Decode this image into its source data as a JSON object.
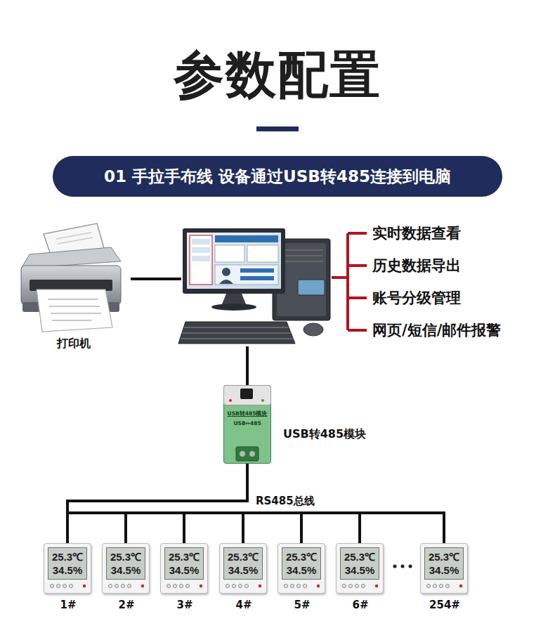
{
  "diagram": {
    "title": "参数配置",
    "nodes": [
      {
        "text": [
          "01 手拉手布线 设备通过USB转485连接到电脑"
        ]
      },
      {
        "text": [
          "打印机"
        ]
      },
      {
        "text": [
          "USB转485模块",
          "USB↔485",
          "USB转485模块"
        ]
      },
      {
        "text": [
          "25.3℃",
          "34.5%",
          "1#"
        ]
      },
      {
        "text": [
          "25.3℃",
          "34.5%",
          "2#"
        ]
      },
      {
        "text": [
          "25.3℃",
          "34.5%",
          "3#"
        ]
      },
      {
        "text": [
          "25.3℃",
          "34.5%",
          "4#"
        ]
      },
      {
        "text": [
          "25.3℃",
          "34.5%",
          "5#"
        ]
      },
      {
        "text": [
          "25.3℃",
          "34.5%",
          "6#"
        ]
      },
      {
        "text": [
          "25.3℃",
          "34.5%",
          "254#"
        ]
      }
    ],
    "edges": [
      {
        "from": 2,
        "to": 3,
        "arrow": "none"
      },
      {
        "from": 2,
        "to": 4,
        "arrow": "none"
      },
      {
        "from": 2,
        "to": 5,
        "arrow": "none"
      },
      {
        "from": 2,
        "to": 6,
        "arrow": "none"
      },
      {
        "from": 2,
        "to": 7,
        "arrow": "none"
      },
      {
        "from": 2,
        "to": 8,
        "arrow": "none"
      },
      {
        "from": 2,
        "to": 9,
        "arrow": "none"
      }
    ],
    "labels": [
      "实时数据查看",
      "历史数据导出",
      "账号分级管理",
      "网页/短信/邮件报警",
      "RS485总线"
    ]
  }
}
